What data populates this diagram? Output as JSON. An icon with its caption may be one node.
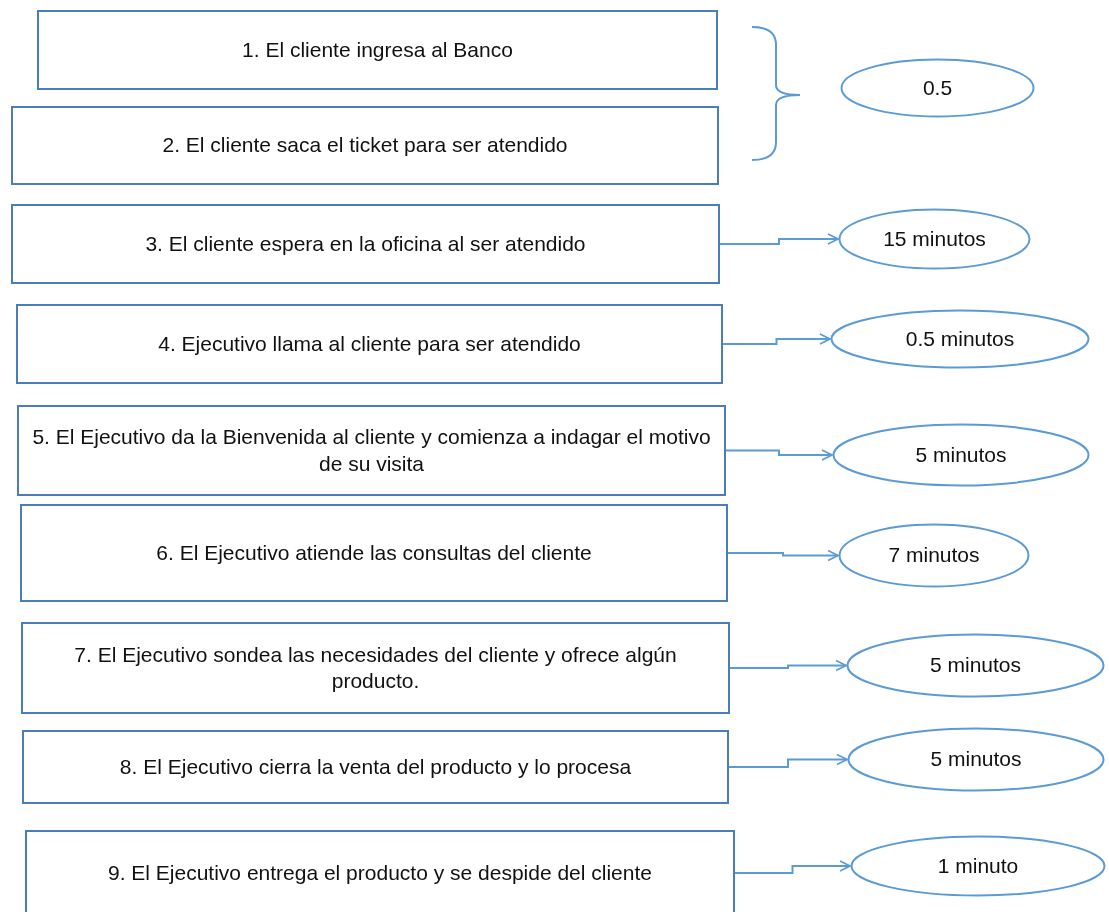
{
  "diagram": {
    "nodes": [
      {
        "text": [
          "1. El cliente ingresa al Banco"
        ]
      },
      {
        "text": [
          "0.5"
        ]
      },
      {
        "text": [
          "2. El cliente saca el ticket para ser atendido"
        ]
      },
      {
        "text": [
          "3. El cliente espera en la oficina al ser atendido"
        ]
      },
      {
        "text": [
          "15 minutos"
        ]
      },
      {
        "text": [
          "4. Ejecutivo llama al cliente para ser atendido"
        ]
      },
      {
        "text": [
          "0.5 minutos"
        ]
      },
      {
        "text": [
          "5. El Ejecutivo da la Bienvenida al cliente y comienza a indagar el motivo de su visita"
        ]
      },
      {
        "text": [
          "5 minutos"
        ]
      },
      {
        "text": [
          "6. El Ejecutivo atiende las consultas del cliente"
        ]
      },
      {
        "text": [
          "7 minutos"
        ]
      },
      {
        "text": [
          "7. El Ejecutivo sondea las necesidades del cliente y ofrece algún producto."
        ]
      },
      {
        "text": [
          "5 minutos"
        ]
      },
      {
        "text": [
          "8. El Ejecutivo cierra la venta del producto y lo procesa"
        ]
      },
      {
        "text": [
          "5 minutos"
        ]
      },
      {
        "text": [
          "9.  El Ejecutivo entrega el producto y se despide del cliente"
        ]
      },
      {
        "text": [
          "1 minuto"
        ]
      }
    ],
    "edges": [
      {
        "from": 3,
        "to": 4,
        "arrow": "to"
      },
      {
        "from": 5,
        "to": 6,
        "arrow": "to"
      },
      {
        "from": 7,
        "to": 8,
        "arrow": "to"
      },
      {
        "from": 9,
        "to": 10,
        "arrow": "to"
      },
      {
        "from": 11,
        "to": 12,
        "arrow": "to"
      },
      {
        "from": 13,
        "to": 14,
        "arrow": "to"
      },
      {
        "from": 15,
        "to": 16,
        "arrow": "to"
      }
    ]
  }
}
